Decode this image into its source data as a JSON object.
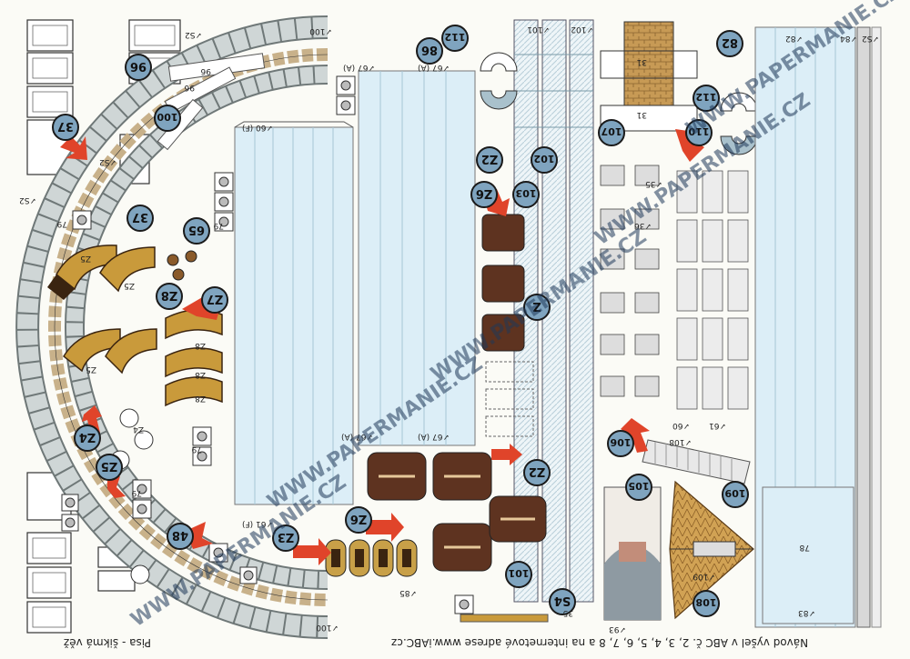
{
  "sheet": {
    "title_bottom_left": "Pisa - šikmá věž",
    "footer_note": "Návod vyšel v ABC č. 2, 3, 4, 5, 6, 7, 8 a na internetové adrese www.iABC.cz",
    "watermark": "WWW.PAPERMANIE.CZ"
  },
  "colors": {
    "badge": "#7fa4bf",
    "badge_border": "#1a1a1a",
    "arrow": "#e0442a",
    "panel_blue": "#dceef7",
    "panel_line": "#8fb4c6",
    "arch_stone": "#cfd6d6",
    "arch_tan": "#c8b18a",
    "ornament_gold": "#c99a3b",
    "ornament_dark": "#3a2410",
    "cap_brown": "#5e3320",
    "roof_tan": "#c89a4c"
  },
  "badges": [
    {
      "label": "96"
    },
    {
      "label": "37"
    },
    {
      "label": "100"
    },
    {
      "label": "37"
    },
    {
      "label": "65"
    },
    {
      "label": "Z8"
    },
    {
      "label": "Z7"
    },
    {
      "label": "Z4"
    },
    {
      "label": "Z5"
    },
    {
      "label": "48"
    },
    {
      "label": "Z3"
    },
    {
      "label": "Z6"
    },
    {
      "label": "86"
    },
    {
      "label": "112"
    },
    {
      "label": "Z2"
    },
    {
      "label": "102"
    },
    {
      "label": "Z6"
    },
    {
      "label": "103"
    },
    {
      "label": "Z"
    },
    {
      "label": "Z2"
    },
    {
      "label": "101"
    },
    {
      "label": "S4"
    },
    {
      "label": "107"
    },
    {
      "label": "112"
    },
    {
      "label": "110"
    },
    {
      "label": "82"
    },
    {
      "label": "106"
    },
    {
      "label": "105"
    },
    {
      "label": "109"
    },
    {
      "label": "108"
    }
  ],
  "labels": [
    {
      "text": "✓100"
    },
    {
      "text": "✓S2"
    },
    {
      "text": "✓S2"
    },
    {
      "text": "✓S2"
    },
    {
      "text": "96"
    },
    {
      "text": "96"
    },
    {
      "text": "✓60 (F)"
    },
    {
      "text": "✓67 (A)"
    },
    {
      "text": "✓67 (A)"
    },
    {
      "text": "✓67 (A)"
    },
    {
      "text": "✓67 (A)"
    },
    {
      "text": "✓61 (F)"
    },
    {
      "text": "✓85"
    },
    {
      "text": "✓100"
    },
    {
      "text": "79"
    },
    {
      "text": "79"
    },
    {
      "text": "79"
    },
    {
      "text": "79"
    },
    {
      "text": "Z5"
    },
    {
      "text": "Z5"
    },
    {
      "text": "Z5"
    },
    {
      "text": "Z8"
    },
    {
      "text": "Z8"
    },
    {
      "text": "Z8"
    },
    {
      "text": "31"
    },
    {
      "text": "31"
    },
    {
      "text": "✓35"
    },
    {
      "text": "✓36"
    },
    {
      "text": "✓60"
    },
    {
      "text": "✓61"
    },
    {
      "text": "✓108"
    },
    {
      "text": "78"
    },
    {
      "text": "✓84"
    },
    {
      "text": "✓S2"
    },
    {
      "text": "✓93"
    },
    {
      "text": "✓109"
    },
    {
      "text": "35"
    },
    {
      "text": "✓101"
    },
    {
      "text": "✓102"
    },
    {
      "text": "Z4"
    },
    {
      "text": "✓82"
    },
    {
      "text": "✓83"
    }
  ]
}
